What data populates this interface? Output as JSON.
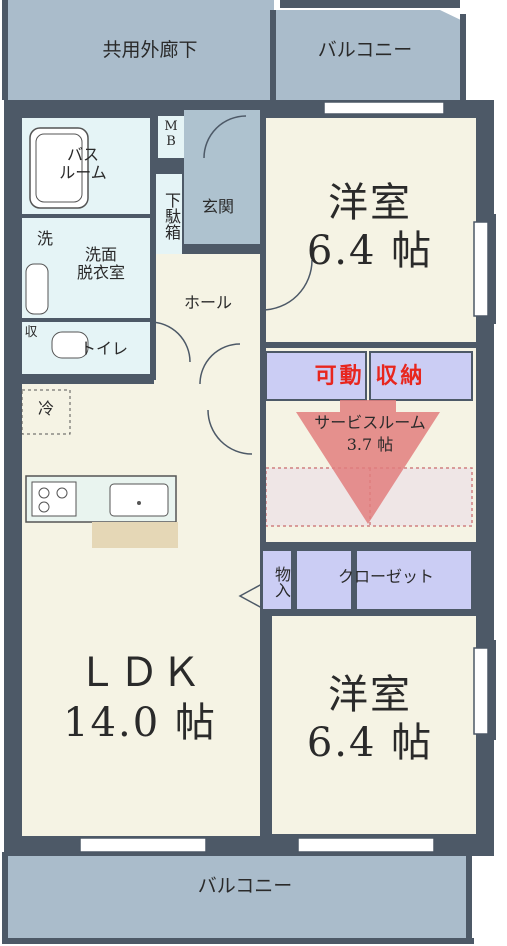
{
  "colors": {
    "wall": "#4d5967",
    "outer": "#aabccb",
    "floor_wood": "#f5f3e4",
    "room_wet": "#e5f4f6",
    "genkan": "#aec2cf",
    "storage": "#cbcdf4",
    "arrow": "#e27e7e"
  },
  "labels": {
    "corridor": "共用外廊下",
    "balcony_top": "バルコニー",
    "balcony_bottom": "バルコニー",
    "mb": "M\nB",
    "bath": "バス\nルーム",
    "shoe_box": "下駄箱",
    "genkan": "玄関",
    "washer": "洗",
    "washroom": "洗面\n脱衣室",
    "hall": "ホール",
    "storage_small": "収",
    "toilet": "トイレ",
    "fridge": "冷",
    "western1_name": "洋室",
    "western1_size": "6.4 帖",
    "movable_storage": "可動 収納",
    "service_room_name": "サービスルーム",
    "service_room_size": "3.7 帖",
    "storage_in": "物入",
    "closet": "クローゼット",
    "ldk_name": "ＬＤＫ",
    "ldk_size": "14.0 帖",
    "western2_name": "洋室",
    "western2_size": "6.4 帖"
  }
}
